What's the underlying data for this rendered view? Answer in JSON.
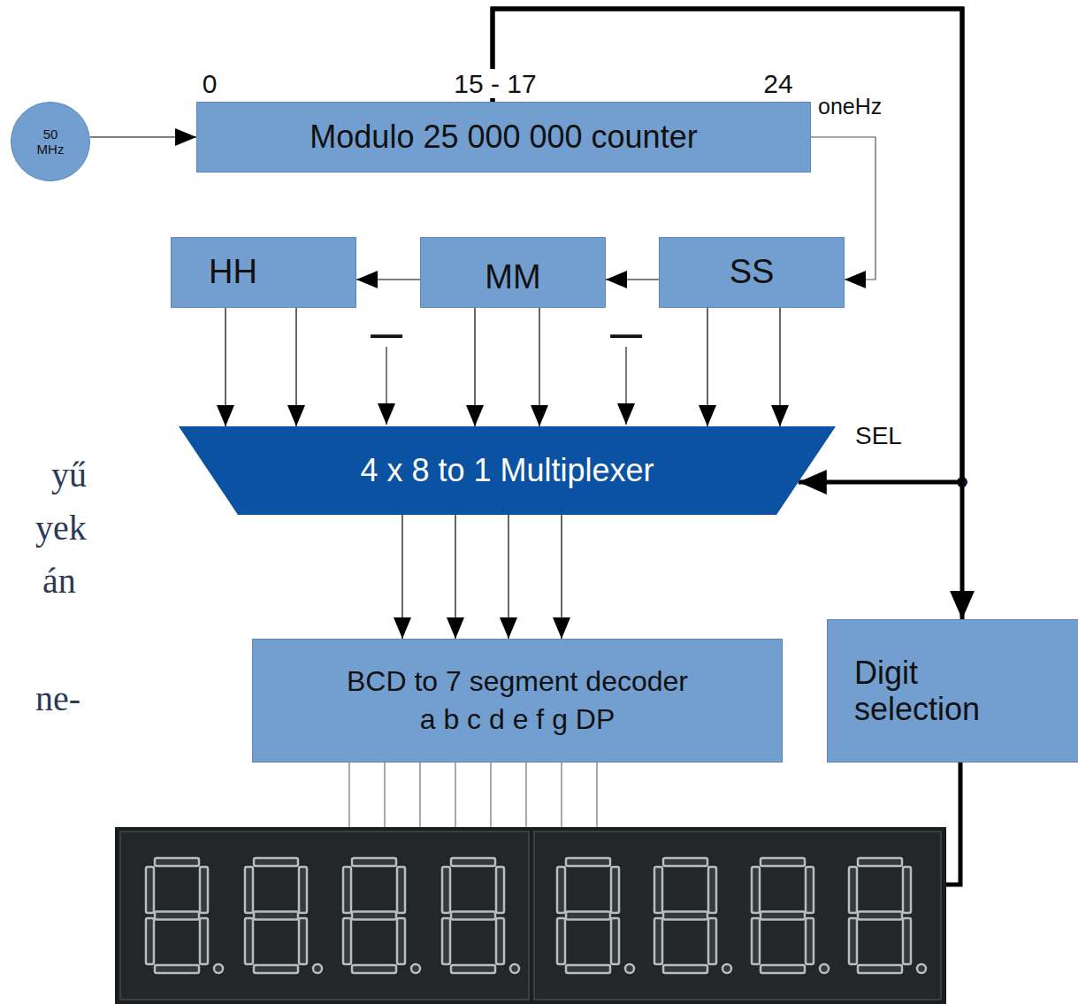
{
  "diagram": {
    "nodes": [
      {
        "text": [
          "50 MHz"
        ]
      },
      {
        "text": [
          "Modulo 25 000 000 counter"
        ]
      },
      {
        "text": [
          "HH"
        ]
      },
      {
        "text": [
          "MM"
        ]
      },
      {
        "text": [
          "SS"
        ]
      },
      {
        "text": [
          "4 x 8 to 1 Multiplexer"
        ]
      },
      {
        "text": [
          "BCD to 7 segment decoder",
          "a b c d e f g DP"
        ]
      },
      {
        "text": [
          "Digit selection"
        ]
      }
    ],
    "edges": [
      {
        "from": 0,
        "to": 1,
        "arrow": "to"
      },
      {
        "from": 1,
        "to": 4,
        "arrow": "to"
      },
      {
        "from": 4,
        "to": 3,
        "arrow": "to"
      },
      {
        "from": 3,
        "to": 2,
        "arrow": "to"
      },
      {
        "from": 2,
        "to": 5,
        "arrow": "to"
      },
      {
        "from": 2,
        "to": 5,
        "arrow": "to"
      },
      {
        "from": 3,
        "to": 5,
        "arrow": "to"
      },
      {
        "from": 3,
        "to": 5,
        "arrow": "to"
      },
      {
        "from": 4,
        "to": 5,
        "arrow": "to"
      },
      {
        "from": 4,
        "to": 5,
        "arrow": "to"
      },
      {
        "from": 1,
        "to": 5,
        "arrow": "to"
      },
      {
        "from": 1,
        "to": 7,
        "arrow": "to"
      },
      {
        "from": 5,
        "to": 6,
        "arrow": "to"
      },
      {
        "from": 5,
        "to": 6,
        "arrow": "to"
      },
      {
        "from": 5,
        "to": 6,
        "arrow": "to"
      },
      {
        "from": 5,
        "to": 6,
        "arrow": "to"
      }
    ],
    "labels": [
      "0",
      "15 - 17",
      "24",
      "oneHz",
      "—",
      "—",
      "SEL",
      "yű",
      "yek",
      "án",
      "ne-"
    ]
  }
}
